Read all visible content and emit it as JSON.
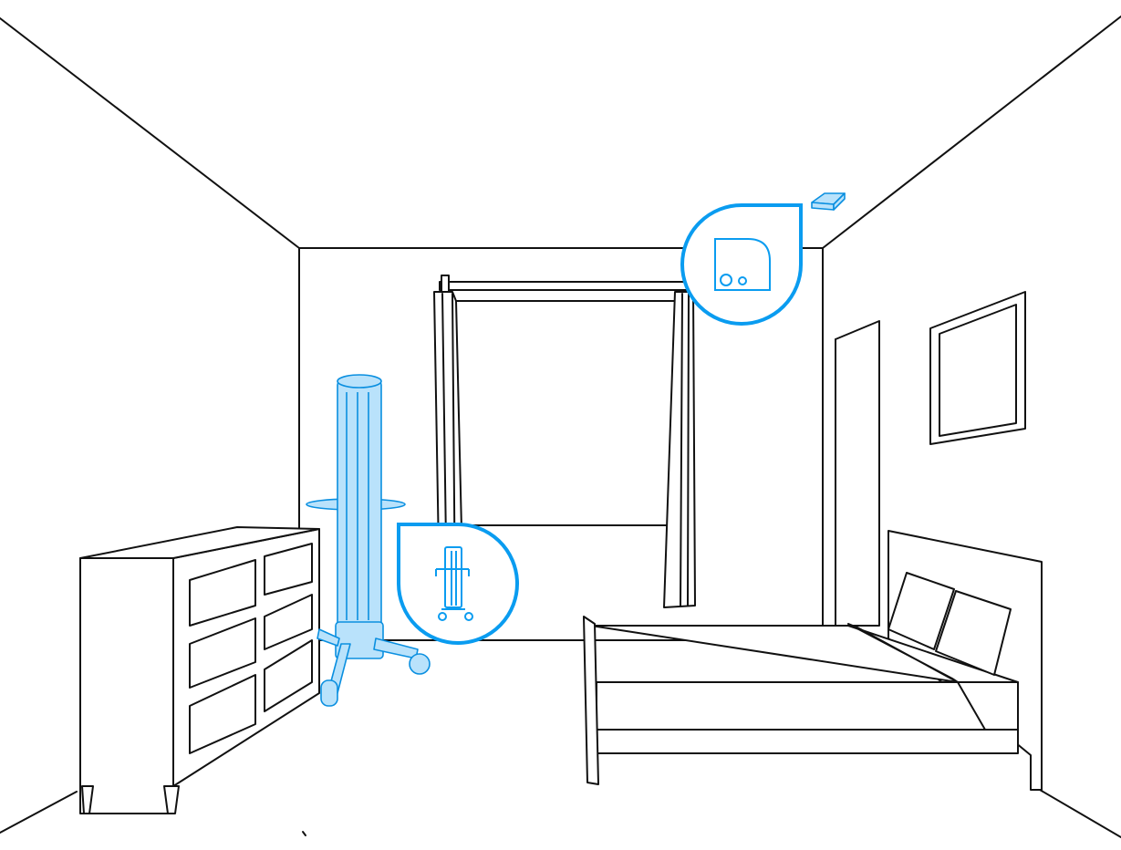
{
  "scene": {
    "highlight_color": "#0a9cf0",
    "highlight_fill": "#b9e2fb",
    "line_color": "#111111",
    "background": "#ffffff"
  },
  "highlighted_devices": [
    {
      "device": "mobile-uv-disinfection-tower",
      "icon": "uv-tower-icon"
    },
    {
      "device": "ceiling-mounted-sensor",
      "icon": "sensor-box-icon"
    }
  ],
  "room_objects": [
    "dresser",
    "window-with-curtains",
    "door",
    "wall-picture-frame",
    "bed"
  ]
}
